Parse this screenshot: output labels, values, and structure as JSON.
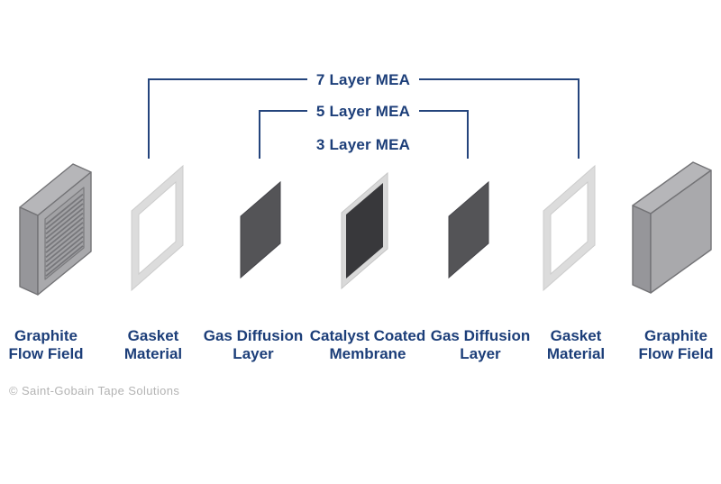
{
  "diagram": {
    "brackets": [
      {
        "label": "7 Layer MEA"
      },
      {
        "label": "5 Layer MEA"
      },
      {
        "label": "3 Layer MEA"
      }
    ],
    "layers": [
      {
        "line1": "Graphite",
        "line2": "Flow Field"
      },
      {
        "line1": "Gasket",
        "line2": "Material"
      },
      {
        "line1": "Gas Diffusion",
        "line2": "Layer"
      },
      {
        "line1": "Catalyst Coated",
        "line2": "Membrane"
      },
      {
        "line1": "Gas Diffusion",
        "line2": "Layer"
      },
      {
        "line1": "Gasket",
        "line2": "Material"
      },
      {
        "line1": "Graphite",
        "line2": "Flow Field"
      }
    ],
    "copyright": "© Saint-Gobain Tape Solutions",
    "colors": {
      "navy_text": "#1c3e79",
      "bracket_line": "#24447c",
      "block_face": "#a9a9ac",
      "block_top": "#b6b6b9",
      "block_side": "#96969a",
      "gasket": "#dcdcdc",
      "gdl": "#545457",
      "ccm_core": "#38383b",
      "ccm_frame": "#d9d9d9",
      "copyright_gray": "#b3b3b3"
    }
  }
}
